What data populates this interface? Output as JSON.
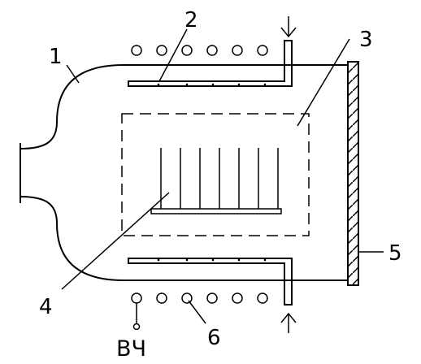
{
  "callouts": {
    "n1": "1",
    "n2": "2",
    "n3": "3",
    "n4": "4",
    "n5": "5",
    "n6": "6"
  },
  "power_label": "ВЧ",
  "colors": {
    "line": "#000000",
    "background": "#ffffff"
  },
  "gas_arrows": [
    "down-arrow-icon",
    "up-arrow-icon"
  ]
}
